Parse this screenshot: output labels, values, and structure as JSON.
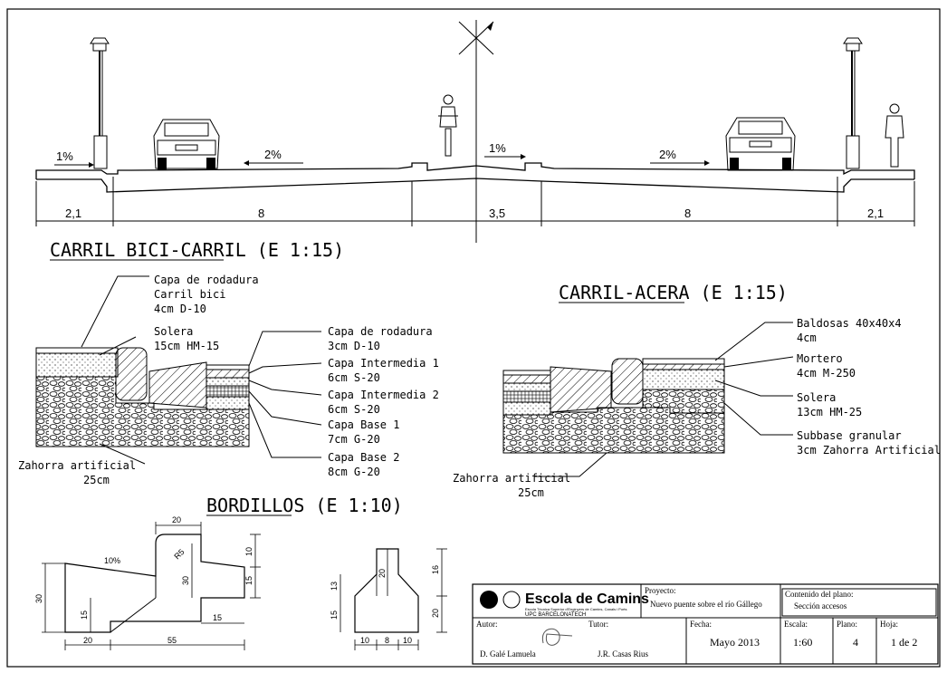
{
  "cross_section": {
    "slopes": [
      "1%",
      "2%",
      "1%",
      "2%"
    ],
    "dims": [
      "2,1",
      "8",
      "3,5",
      "8",
      "2,1"
    ]
  },
  "titles": {
    "carril_bici_carril": "CARRIL BICI-CARRIL (E 1:15)",
    "carril_acera": "CARRIL-ACERA (E 1:15)",
    "bordillos": "BORDILLOS (E 1:10)"
  },
  "bici_labels": [
    "Capa de rodadura",
    "Carril bici",
    "4cm  D-10",
    "Solera",
    "15cm  HM-15",
    "Zahorra artificial",
    "25cm"
  ],
  "middle_labels": [
    "Capa de rodadura",
    "3cm  D-10",
    "Capa Intermedia 1",
    "6cm  S-20",
    "Capa Intermedia 2",
    "6cm  S-20",
    "Capa Base 1",
    "7cm  G-20",
    "Capa Base 2",
    "8cm  G-20"
  ],
  "acera_labels": [
    "Baldosas 40x40x4",
    "4cm",
    "Mortero",
    "4cm  M-250",
    "Solera",
    "13cm HM-25",
    "Subbase granular",
    "3cm  Zahorra Artificial",
    "Zahorra artificial",
    "25cm"
  ],
  "bordillo_dims": {
    "left": [
      "20",
      "10%",
      "R5",
      "30",
      "10",
      "15",
      "30",
      "15",
      "15",
      "20",
      "55"
    ],
    "right": [
      "20",
      "16",
      "13",
      "20",
      "15",
      "10",
      "8",
      "10"
    ]
  },
  "title_block": {
    "school": "Escola de Camins",
    "school_sub1": "Escola Tècnica Superior d'Enginyers de Camins, Canals i Ports",
    "school_sub2": "UPC BARCELONATECH",
    "proyecto_label": "Proyecto:",
    "proyecto_value": "Nuevo puente sobre el río Gállego",
    "contenido_label": "Contenido del plano:",
    "contenido_value": "Sección accesos",
    "autor_label": "Autor:",
    "autor_value": "D. Galé Lamuela",
    "tutor_label": "Tutor:",
    "tutor_value": "J.R. Casas Rius",
    "fecha_label": "Fecha:",
    "fecha_value": "Mayo 2013",
    "escala_label": "Escala:",
    "escala_value": "1:60",
    "plano_label": "Plano:",
    "plano_value": "4",
    "hoja_label": "Hoja:",
    "hoja_value": "1 de 2"
  }
}
